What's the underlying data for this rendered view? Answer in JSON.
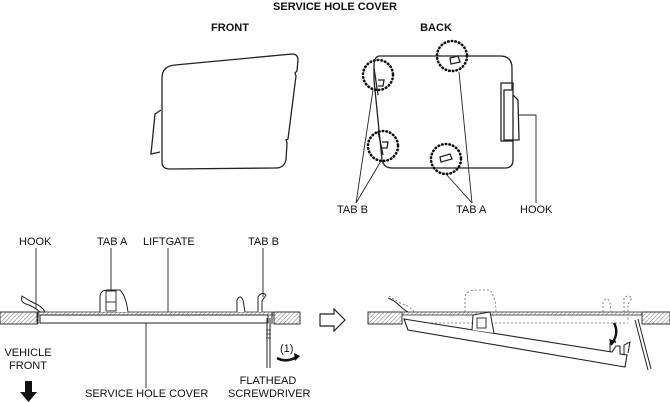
{
  "title": "SERVICE HOLE COVER",
  "views": {
    "front": "FRONT",
    "back": "BACK"
  },
  "back_callouts": {
    "tab_b": "TAB B",
    "tab_a": "TAB A",
    "hook": "HOOK"
  },
  "section_callouts": {
    "hook": "HOOK",
    "tab_a": "TAB A",
    "liftgate": "LIFTGATE",
    "tab_b": "TAB B",
    "service_hole_cover": "SERVICE HOLE COVER",
    "flathead_line1": "FLATHEAD",
    "flathead_line2": "SCREWDRIVER",
    "step": "(1)",
    "vehicle_front_line1": "VEHICLE",
    "vehicle_front_line2": "FRONT"
  },
  "icons": [
    "arrow-down-icon",
    "arrow-right-outline-icon",
    "curved-arrow-icon"
  ]
}
